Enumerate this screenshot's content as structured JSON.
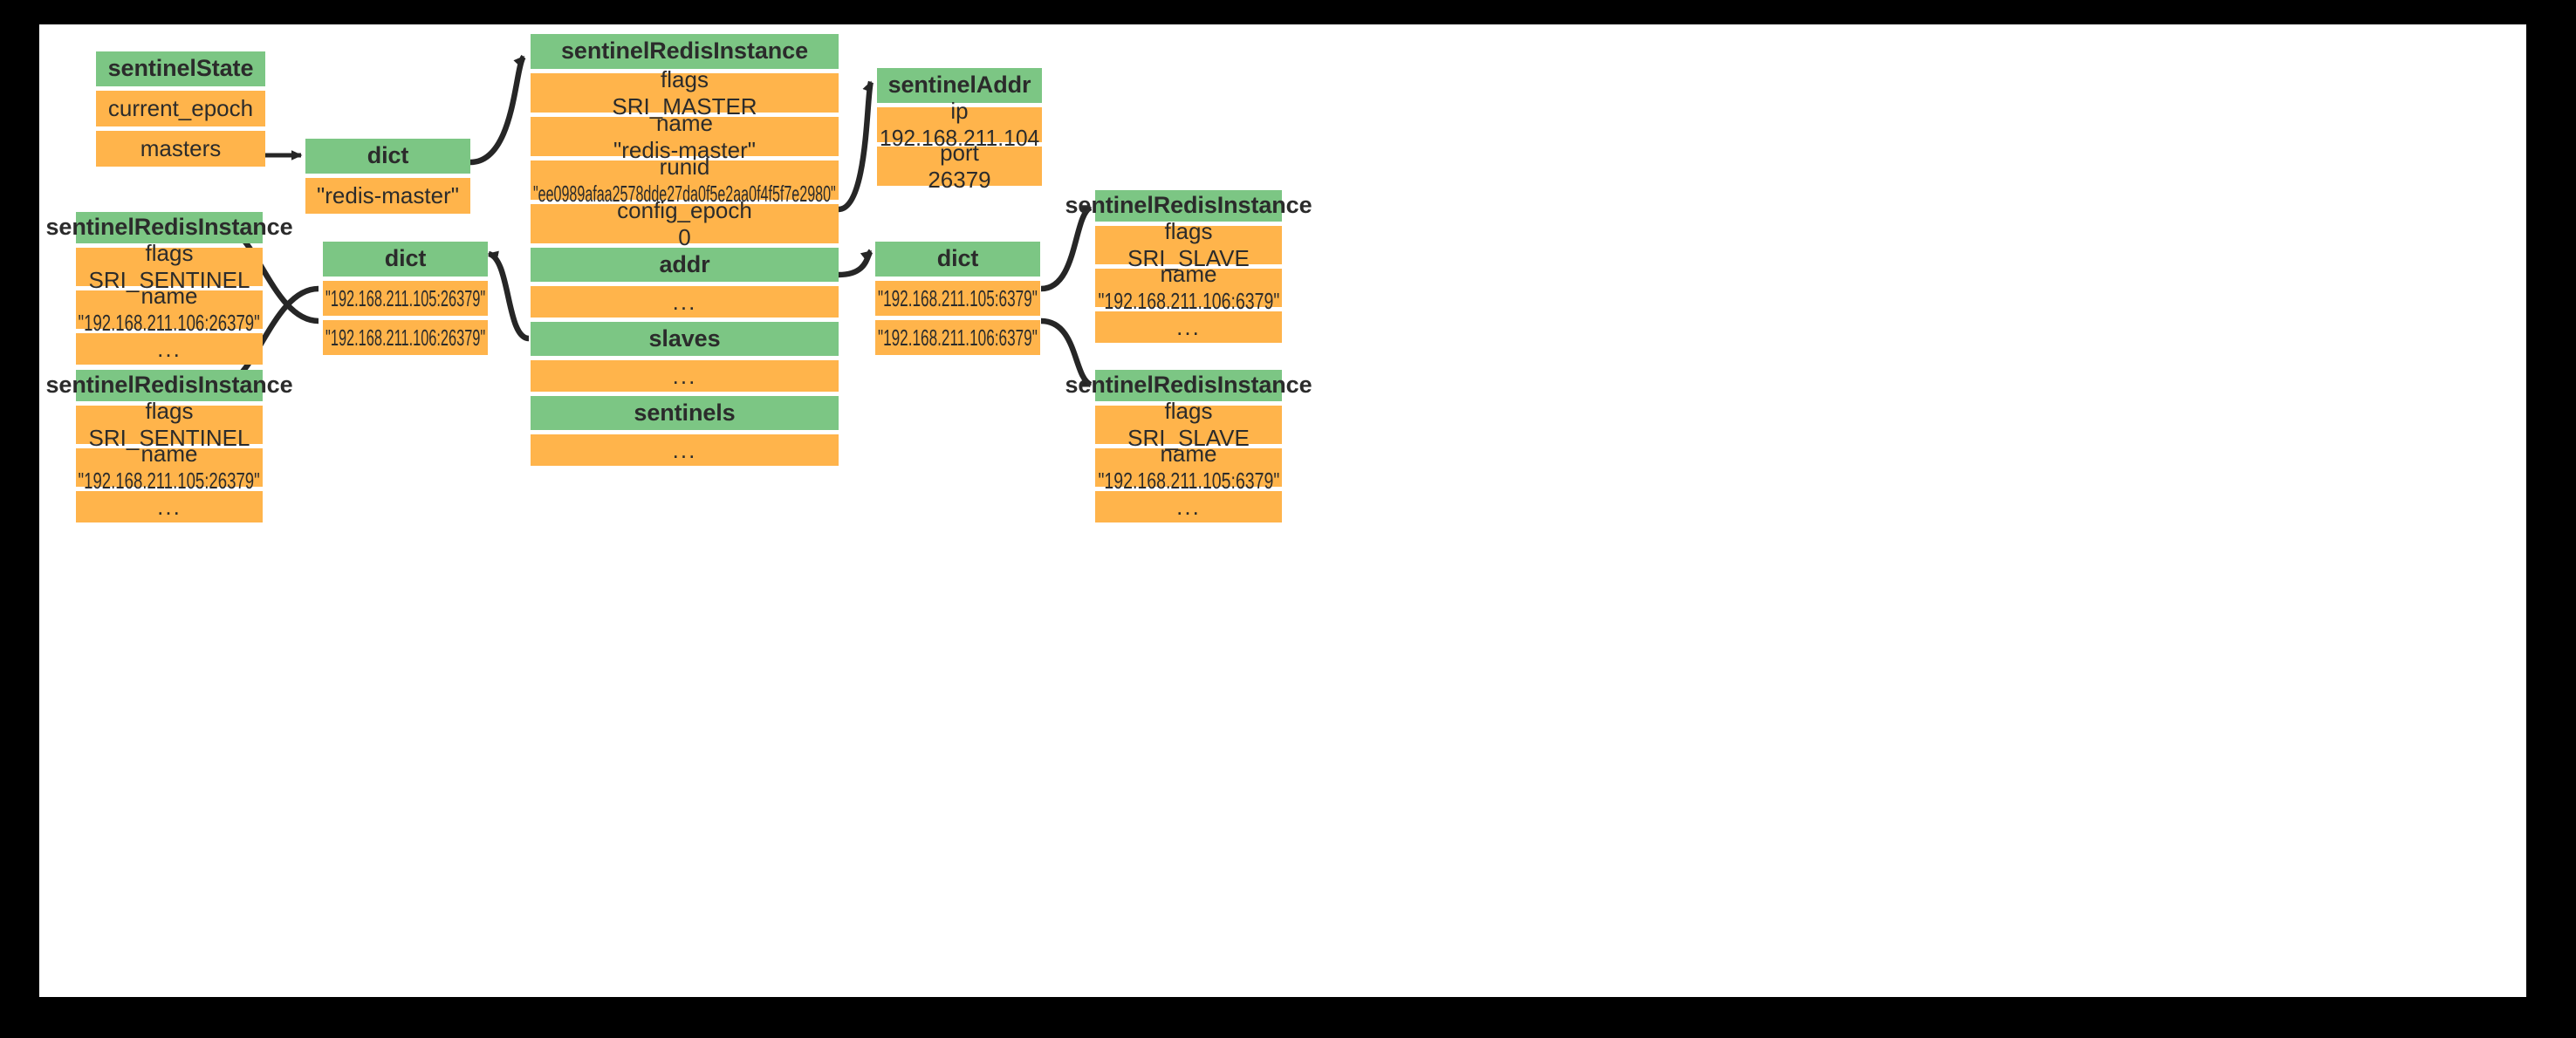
{
  "diagram": {
    "title": "Redis Sentinel sentinelState structure",
    "colors": {
      "header": "#7cc684",
      "field": "#ffb44b",
      "canvas": "#ffffff",
      "frame": "#000000",
      "text": "#2b2b2b",
      "connector": "#262626"
    },
    "ellipsis": "..."
  },
  "nodes": {
    "sentinel_state": {
      "title": "sentinelState",
      "fields": [
        {
          "key": "current_epoch",
          "value": ""
        },
        {
          "key": "masters",
          "value": ""
        }
      ]
    },
    "masters_dict": {
      "title": "dict",
      "fields": [
        {
          "key": "\"redis-master\"",
          "value": ""
        }
      ]
    },
    "master_instance": {
      "title": "sentinelRedisInstance",
      "fields": [
        {
          "key": "flags",
          "value": "SRI_MASTER"
        },
        {
          "key": "name",
          "value": "\"redis-master\""
        },
        {
          "key": "runid",
          "value": "\"ee0989afaa2578dde27da0f5e2aa0f4f5f7e2980\""
        },
        {
          "key": "config_epoch",
          "value": "0"
        }
      ],
      "sections": [
        {
          "title": "addr",
          "value": "..."
        },
        {
          "title": "slaves",
          "value": "..."
        },
        {
          "title": "sentinels",
          "value": "..."
        }
      ]
    },
    "sentinel_addr": {
      "title": "sentinelAddr",
      "fields": [
        {
          "key": "ip",
          "value": "192.168.211.104"
        },
        {
          "key": "port",
          "value": "26379"
        }
      ]
    },
    "sentinels_dict": {
      "title": "dict",
      "fields": [
        {
          "key": "\"192.168.211.105:26379\"",
          "value": ""
        },
        {
          "key": "\"192.168.211.106:26379\"",
          "value": ""
        }
      ]
    },
    "slaves_dict": {
      "title": "dict",
      "fields": [
        {
          "key": "\"192.168.211.105:6379\"",
          "value": ""
        },
        {
          "key": "\"192.168.211.106:6379\"",
          "value": ""
        }
      ]
    },
    "sentinel_instance_106": {
      "title": "sentinelRedisInstance",
      "fields": [
        {
          "key": "flags",
          "value": "SRI_SENTINEL"
        },
        {
          "key": "name",
          "value": "\"192.168.211.106:26379\""
        },
        {
          "key": "...",
          "value": ""
        }
      ]
    },
    "sentinel_instance_105": {
      "title": "sentinelRedisInstance",
      "fields": [
        {
          "key": "flags",
          "value": "SRI_SENTINEL"
        },
        {
          "key": "name",
          "value": "\"192.168.211.105:26379\""
        },
        {
          "key": "...",
          "value": ""
        }
      ]
    },
    "slave_instance_106": {
      "title": "sentinelRedisInstance",
      "fields": [
        {
          "key": "flags",
          "value": "SRI_SLAVE"
        },
        {
          "key": "name",
          "value": "\"192.168.211.106:6379\""
        },
        {
          "key": "...",
          "value": ""
        }
      ]
    },
    "slave_instance_105": {
      "title": "sentinelRedisInstance",
      "fields": [
        {
          "key": "flags",
          "value": "SRI_SLAVE"
        },
        {
          "key": "name",
          "value": "\"192.168.211.105:6379\""
        },
        {
          "key": "...",
          "value": ""
        }
      ]
    }
  }
}
